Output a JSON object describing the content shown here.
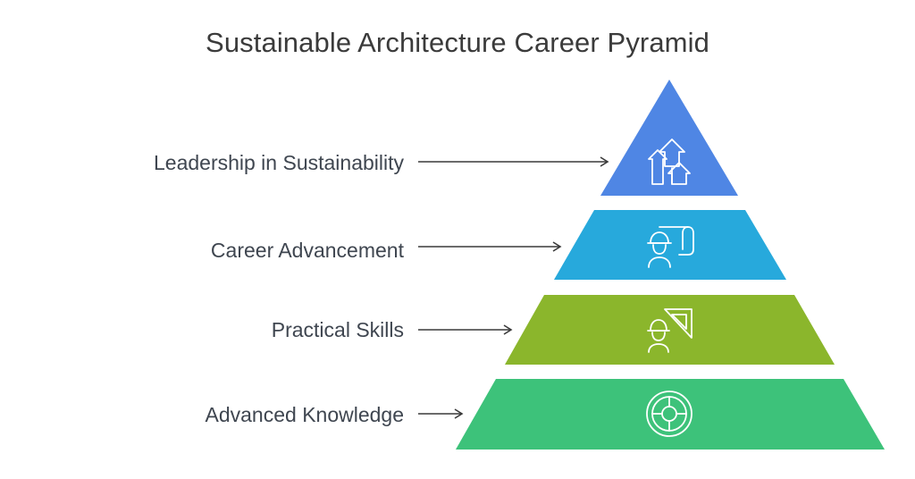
{
  "title": "Sustainable Architecture Career Pyramid",
  "levels": [
    {
      "label": "Leadership in Sustainability",
      "color": "#4f86e4",
      "icon": "leadership-arrows-icon"
    },
    {
      "label": "Career Advancement",
      "color": "#27a9dc",
      "icon": "architect-with-blueprint-icon"
    },
    {
      "label": "Practical Skills",
      "color": "#8bb62c",
      "icon": "worker-with-set-square-icon"
    },
    {
      "label": "Advanced Knowledge",
      "color": "#3dc27a",
      "icon": "knowledge-target-icon"
    }
  ]
}
